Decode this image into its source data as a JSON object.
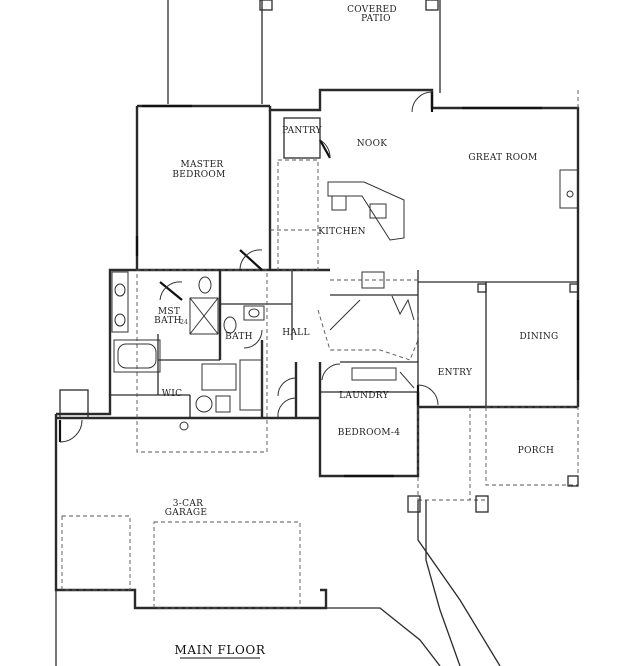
{
  "rooms": {
    "covered_patio_1": "COVERED",
    "covered_patio_2": "PATIO",
    "pantry": "PANTRY",
    "nook": "NOOK",
    "great_room": "GREAT ROOM",
    "master_1": "MASTER",
    "master_2": "BEDROOM",
    "kitchen": "KITCHEN",
    "mst_bath_1": "MST",
    "mst_bath_2": "BATH",
    "bath": "BATH",
    "hall": "HALL",
    "dining": "DINING",
    "entry": "ENTRY",
    "wic": "WIC",
    "laundry": "LAUNDRY",
    "bedroom4": "BEDROOM-4",
    "porch": "PORCH",
    "garage_1": "3-CAR",
    "garage_2": "GARAGE"
  },
  "annotations": {
    "dimension_note": "24"
  },
  "title": "MAIN FLOOR"
}
